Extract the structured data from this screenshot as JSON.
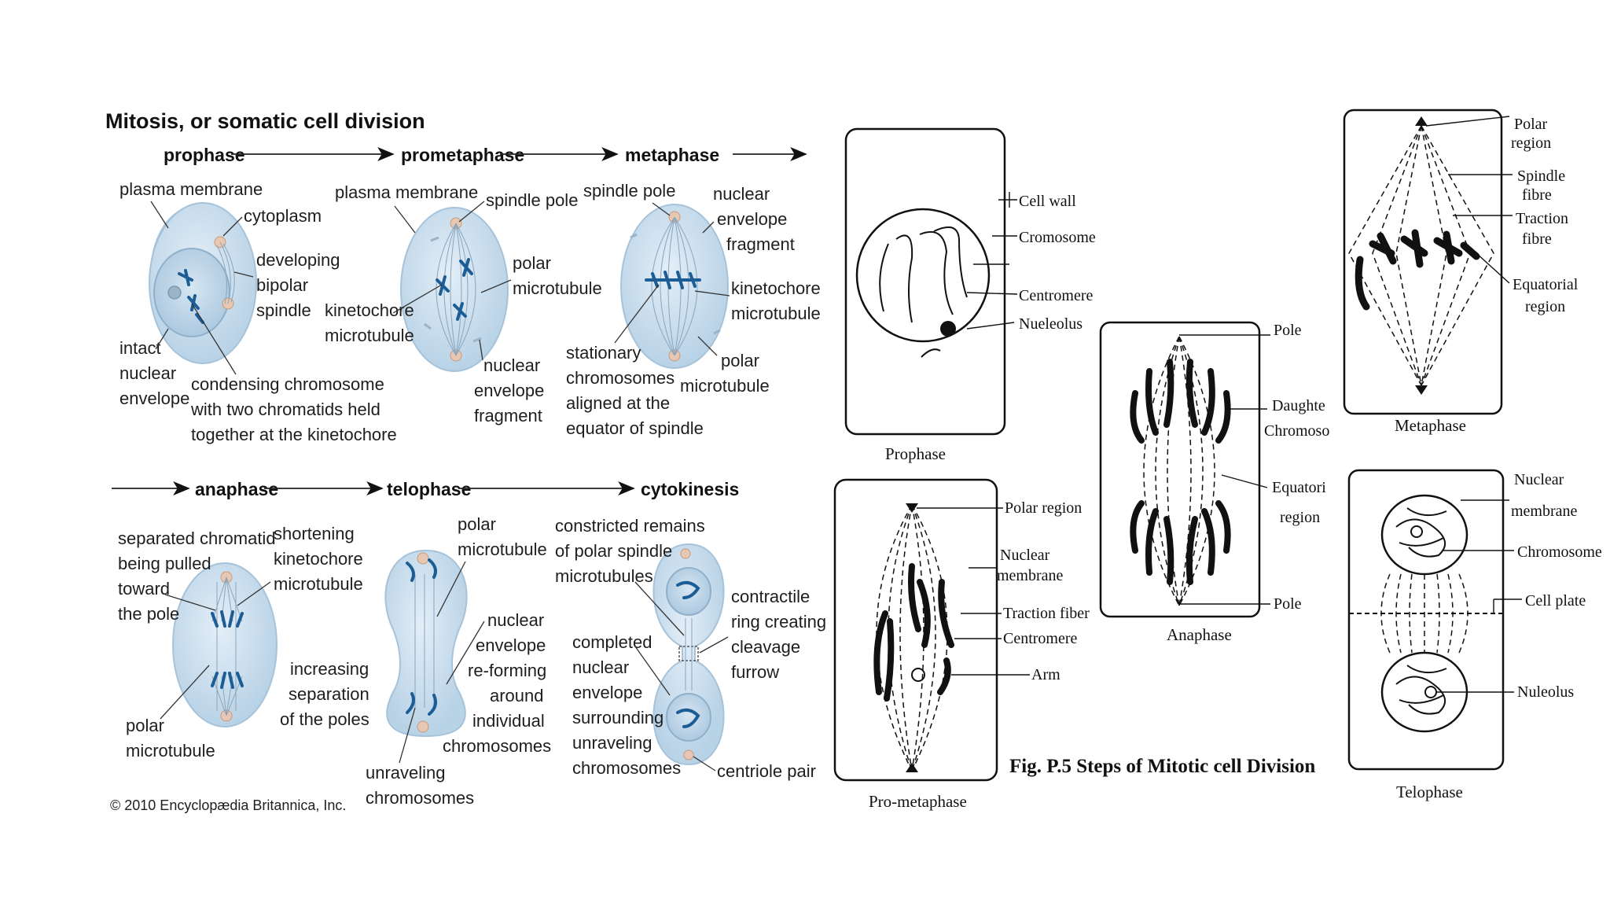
{
  "left": {
    "title": "Mitosis, or somatic cell division",
    "copyright": "© 2010 Encyclopædia Britannica, Inc.",
    "phases": {
      "prophase": "prophase",
      "prometaphase": "prometaphase",
      "metaphase": "metaphase",
      "anaphase": "anaphase",
      "telophase": "telophase",
      "cytokinesis": "cytokinesis"
    },
    "prophase": {
      "plasma_membrane": "plasma membrane",
      "cytoplasm": "cytoplasm",
      "spindle": [
        "developing",
        "bipolar",
        "spindle"
      ],
      "envelope": [
        "intact",
        "nuclear",
        "envelope"
      ],
      "chromosome": [
        "condensing chromosome",
        "with two chromatids held",
        "together at the kinetochore"
      ]
    },
    "prometaphase": {
      "plasma_membrane": "plasma membrane",
      "spindle_pole": "spindle pole",
      "polar": [
        "polar",
        "microtubule"
      ],
      "kinetochore": [
        "kinetochore",
        "microtubule"
      ],
      "fragment": [
        "nuclear",
        "envelope",
        "fragment"
      ]
    },
    "metaphase": {
      "spindle_pole": "spindle pole",
      "fragment": [
        "nuclear",
        "envelope",
        "fragment"
      ],
      "kinetochore": [
        "kinetochore",
        "microtubule"
      ],
      "stationary": [
        "stationary",
        "chromosomes",
        "aligned at the",
        "equator of spindle"
      ],
      "polar": [
        "polar",
        "microtubule"
      ]
    },
    "anaphase": {
      "separated": [
        "separated chromatid",
        "being pulled",
        "toward",
        "the pole"
      ],
      "shortening": [
        "shortening",
        "kinetochore",
        "microtubule"
      ],
      "increasing": [
        "increasing",
        "separation",
        "of the poles"
      ],
      "polar": [
        "polar",
        "microtubule"
      ]
    },
    "telophase": {
      "polar": [
        "polar",
        "microtubule"
      ],
      "reforming": [
        "nuclear",
        "envelope",
        "re-forming",
        "around",
        "individual",
        "chromosomes"
      ],
      "unraveling": [
        "unraveling",
        "chromosomes"
      ]
    },
    "cytokinesis": {
      "remains": [
        "constricted remains",
        "of polar spindle",
        "microtubules"
      ],
      "ring": [
        "contractile",
        "ring creating",
        "cleavage",
        "furrow"
      ],
      "completed": [
        "completed",
        "nuclear",
        "envelope",
        "surrounding",
        "unraveling",
        "chromosomes"
      ],
      "centriole": "centriole pair"
    }
  },
  "right": {
    "caption": "Fig. P.5 Steps of Mitotic cell Division",
    "prophase": {
      "name": "Prophase",
      "labels": [
        "Cell wall",
        "Cromosome",
        "Centromere",
        "Nueleolus"
      ]
    },
    "prometaphase": {
      "name": "Pro-metaphase",
      "labels": [
        "Polar region",
        "Nuclear",
        "membrane",
        "Traction fiber",
        "Centromere",
        "Arm"
      ]
    },
    "anaphase": {
      "name": "Anaphase",
      "labels": [
        "Pole",
        "Daughte",
        "Chromoso",
        "Equatori",
        "region",
        "Pole"
      ]
    },
    "metaphase": {
      "name": "Metaphase",
      "labels": [
        "Polar",
        "region",
        "Spindle",
        "fibre",
        "Traction",
        "fibre",
        "Equatorial",
        "region"
      ]
    },
    "telophase": {
      "name": "Telophase",
      "labels": [
        "Nuclear",
        "membrane",
        "Chromosome",
        "Cell plate",
        "Nuleolus"
      ]
    }
  },
  "colors": {
    "cell_fill": "#c6dcec",
    "cell_edge": "#a7c3da",
    "chromosome": "#1d5d95",
    "line_art": "#111111"
  }
}
